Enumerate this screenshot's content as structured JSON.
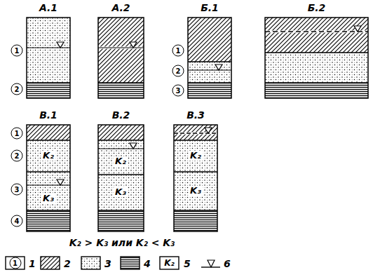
{
  "diagram": {
    "nodes": [
      {
        "text": [
          "А.1"
        ]
      },
      {
        "text": [
          "А.2"
        ]
      },
      {
        "text": [
          "Б.1"
        ]
      },
      {
        "text": [
          "Б.2"
        ]
      },
      {
        "text": [
          "В.1",
          "K₂",
          "K₃"
        ]
      },
      {
        "text": [
          "В.2",
          "K₂",
          "K₃"
        ]
      },
      {
        "text": [
          "В.3",
          "K₂",
          "K₃"
        ]
      }
    ],
    "labels": [
      "1",
      "2",
      "1",
      "2",
      "3",
      "1",
      "2",
      "3",
      "4",
      "K₂ > K₃ или K₂ < K₃",
      "1",
      "K₂"
    ],
    "legend": [
      {
        "text": "1"
      },
      {
        "text": "2"
      },
      {
        "text": "3"
      },
      {
        "text": "4"
      },
      {
        "text": "5"
      },
      {
        "text": "6"
      }
    ]
  }
}
